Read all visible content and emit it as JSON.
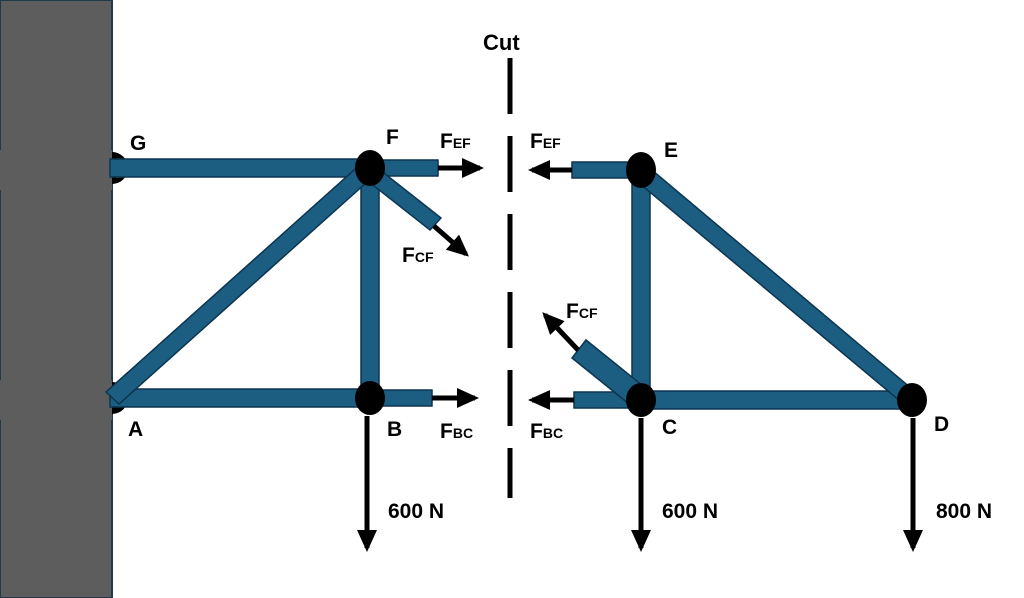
{
  "colors": {
    "member": "#1c5d82",
    "member_outline": "#0c3550",
    "wall": "#5d5d5d",
    "wall_outline": "#1f3b4a",
    "joint": "#000000",
    "arrow": "#000000"
  },
  "title": "Cut",
  "nodes": {
    "G": "G",
    "F": "F",
    "A": "A",
    "B": "B",
    "E": "E",
    "C": "C",
    "D": "D"
  },
  "forces": {
    "ef_left": {
      "main": "F",
      "sub": "EF"
    },
    "cf_left": {
      "main": "F",
      "sub": "CF"
    },
    "bc_left": {
      "main": "F",
      "sub": "BC"
    },
    "ef_right": {
      "main": "F",
      "sub": "EF"
    },
    "cf_right": {
      "main": "F",
      "sub": "CF"
    },
    "bc_right": {
      "main": "F",
      "sub": "BC"
    }
  },
  "loads": {
    "b": "600 N",
    "c": "600 N",
    "d": "800 N"
  },
  "icons": {
    "joint": "pin-joint-icon",
    "arrow": "force-arrow-icon"
  }
}
